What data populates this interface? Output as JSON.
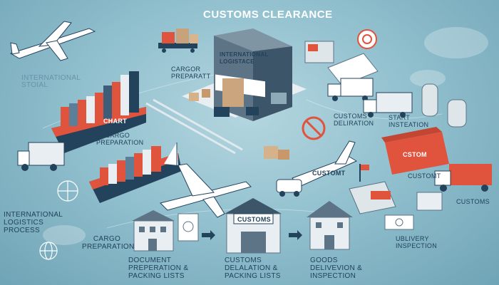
{
  "title": "CUSTOMS CLEARANCE",
  "labels": {
    "warehouse_sign": "INTERNATIONAL LOGISTACE",
    "cargo_prep_top": "CARGOR PREPARATT",
    "intl_stoial": "INTERNATIONAL STOIAL",
    "cargo_prep_mid": "EACARGO PREPARATION",
    "ship_label": "CHART",
    "customs_deliration": "CUSTOMS DELIRATION",
    "start_inspection": "START INSTEATION",
    "plane_custom": "CUSTOMT",
    "container_custom": "CSTOM",
    "customt_right": "CUSTOMT",
    "customs_right": "CUSTOMS",
    "intl_process": "INTERNATIONAL LOGISTICS PROCESS",
    "cargo_preparation": "CARGO PREPARATION",
    "customs_sign": "CUSTOMS",
    "delivery_inspection": "UBLIVERY INSPECTION",
    "doc_prep": "DOCUMENT PREPERATION & PACKING LISTS",
    "customs_delation": "CUSTOMS DELALATION & PACKING LISTS",
    "goods_delivery": "GOODS DELIVEVION & INSPECTION"
  },
  "colors": {
    "accent_red": "#e0533d",
    "navy": "#23425c",
    "sea": "#7db4c4"
  }
}
